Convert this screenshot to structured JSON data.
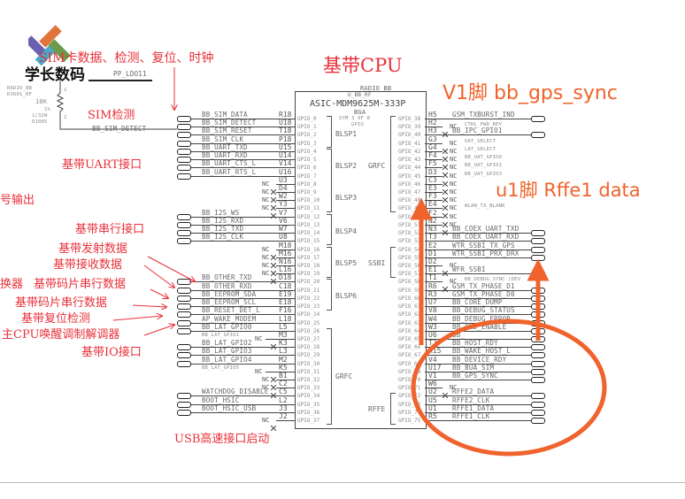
{
  "title": "基带CPU",
  "chip": {
    "radio": "RADIO_BB",
    "ref": "U_BB_RF",
    "part": "ASIC-MDM9625M-333P",
    "package": "BGA",
    "sym": "SYM 3 OF 8",
    "sym_sub": "GPIO",
    "blocks": [
      "BLSP1",
      "BLSP2",
      "GRFC",
      "BLSP3",
      "BLSP4",
      "BLSP5",
      "SSBI",
      "BLSP6",
      "GRFC",
      "RFFE"
    ]
  },
  "logo": {
    "text": "学长数码"
  },
  "resistor": {
    "net_top": "PP_LDO11",
    "ref_des": "RADIO_BB",
    "name": "R3601_RF",
    "value": "10K",
    "tol": "1%",
    "power": "1/32W",
    "pkg": "01005",
    "pin1": "1",
    "pin2": "2",
    "net_bottom": "BB_SIM_DETECT"
  },
  "left_pins": [
    {
      "gpio": "GPIO_0",
      "pin": "R18",
      "sig": "BB_SIM_DATA",
      "port": true
    },
    {
      "gpio": "GPIO_1",
      "pin": "U18",
      "sig": "BB_SIM_DETECT",
      "port": true
    },
    {
      "gpio": "GPIO_2",
      "pin": "T18",
      "sig": "BB_SIM_RESET",
      "port": true
    },
    {
      "gpio": "GPIO_3",
      "pin": "P18",
      "sig": "BB_SIM_CLK",
      "port": true
    },
    {
      "gpio": "GPIO_4",
      "pin": "U15",
      "sig": "BB_UART_TXD",
      "port": true
    },
    {
      "gpio": "GPIO_5",
      "pin": "U14",
      "sig": "BB_UART_RXD",
      "port": true
    },
    {
      "gpio": "GPIO_6",
      "pin": "V14",
      "sig": "BB_UART_CTS_L",
      "port": true
    },
    {
      "gpio": "GPIO_7",
      "pin": "U16",
      "sig": "BB_UART_RTS_L",
      "port": true
    },
    {
      "gpio": "GPIO_8",
      "pin": "U3",
      "nc": "NC"
    },
    {
      "gpio": "GPIO_9",
      "pin": "D4",
      "nc": "NC"
    },
    {
      "gpio": "GPIO_10",
      "pin": "W2",
      "nc": "NC"
    },
    {
      "gpio": "GPIO_11",
      "pin": "Y3",
      "nc": "NC"
    },
    {
      "gpio": "GPIO_12",
      "pin": "V7",
      "sig": "BB_I2S_WS",
      "port": true
    },
    {
      "gpio": "GPIO_13",
      "pin": "V6",
      "sig": "BB_I2S_RXD",
      "port": true
    },
    {
      "gpio": "GPIO_14",
      "pin": "W7",
      "sig": "BB_I2S_TXD",
      "port": true
    },
    {
      "gpio": "GPIO_15",
      "pin": "U8",
      "sig": "BB_I2S_CLK",
      "port": true
    },
    {
      "gpio": "GPIO_16",
      "pin": "M18",
      "nc": "NC"
    },
    {
      "gpio": "GPIO_17",
      "pin": "M16",
      "nc": "NC"
    },
    {
      "gpio": "GPIO_18",
      "pin": "N16",
      "nc": "NC"
    },
    {
      "gpio": "GPIO_19",
      "pin": "L16",
      "nc": "NC"
    },
    {
      "gpio": "GPIO_20",
      "pin": "D18",
      "sig": "BB_OTHER_TXD",
      "port": true
    },
    {
      "gpio": "GPIO_21",
      "pin": "C18",
      "sig": "BB_OTHER_RXD",
      "port": true
    },
    {
      "gpio": "GPIO_22",
      "pin": "E19",
      "sig": "BB_EEPROM_SDA",
      "port": true
    },
    {
      "gpio": "GPIO_23",
      "pin": "E18",
      "sig": "BB_EEPROM_SCL",
      "port": true
    },
    {
      "gpio": "GPIO_24",
      "pin": "F16",
      "sig": "BB_RESET_DET_L",
      "port": true
    },
    {
      "gpio": "GPIO_25",
      "pin": "L18",
      "sig": "AP_WAKE_MODEM",
      "port": true
    },
    {
      "gpio": "GPIO_26",
      "pin": "L5",
      "sig": "BB_LAT_GPIO0",
      "port": true
    },
    {
      "gpio": "GPIO_27",
      "pin": "M3",
      "sig": "BB_LAT_GPIO1",
      "small": true,
      "nc": "NC"
    },
    {
      "gpio": "GPIO_28",
      "pin": "K3",
      "sig": "BB_LAT_GPIO2",
      "port": true
    },
    {
      "gpio": "GPIO_29",
      "pin": "L3",
      "sig": "BB_LAT_GPIO3",
      "port": true
    },
    {
      "gpio": "GPIO_30",
      "pin": "M2",
      "sig": "BB_LAT_GPIO4",
      "port": true
    },
    {
      "gpio": "GPIO_31",
      "pin": "K5",
      "sig": "BB_LAT_GPIO5",
      "small": true,
      "nc": "NC"
    },
    {
      "gpio": "GPIO_32",
      "pin": "B1",
      "nc": "NC"
    },
    {
      "gpio": "GPIO_33",
      "pin": "C2",
      "nc": "NC"
    },
    {
      "gpio": "GPIO_34",
      "pin": "C5",
      "sig": "WATCHDOG_DISABLE",
      "port": true
    },
    {
      "gpio": "GPIO_35",
      "pin": "L2",
      "sig": "BOOT_HSIC",
      "port": true
    },
    {
      "gpio": "GPIO_36",
      "pin": "J3",
      "sig": "BOOT_HSIC_USB",
      "port": true
    },
    {
      "gpio": "GPIO_37",
      "pin": "J2",
      "nc": "NC"
    }
  ],
  "right_pins": [
    {
      "gpio": "GPIO_38",
      "pin": "H5",
      "sig": "GSM_TXBURST_IND",
      "port": true
    },
    {
      "gpio": "GPIO_39",
      "pin": "H2",
      "sig": "CTRL_PWD_REV",
      "small": true,
      "nc": "NC"
    },
    {
      "gpio": "GPIO_40",
      "pin": "H3",
      "sig": "BB_IPC_GPIO1",
      "port": true
    },
    {
      "gpio": "GPIO_41",
      "pin": "G3",
      "sig": "UAT_SELECT",
      "small": true,
      "nc": "NC"
    },
    {
      "gpio": "GPIO_42",
      "pin": "G4",
      "sig": "LAT_SELECT",
      "small": true,
      "nc": "NC"
    },
    {
      "gpio": "GPIO_43",
      "pin": "F4",
      "sig": "BB_UAT_GPIO0",
      "small": true,
      "nc": "NC"
    },
    {
      "gpio": "GPIO_44",
      "pin": "F5",
      "sig": "BB_UAT_GPIO1",
      "small": true,
      "nc": "NC"
    },
    {
      "gpio": "GPIO_45",
      "pin": "D3",
      "sig": "BB_UAT_GPIO3",
      "small": true,
      "nc": "NC"
    },
    {
      "gpio": "GPIO_46",
      "pin": "C3",
      "nc": "NC"
    },
    {
      "gpio": "GPIO_47",
      "pin": "E3",
      "nc": "NC"
    },
    {
      "gpio": "GPIO_48",
      "pin": "F3",
      "nc": "NC"
    },
    {
      "gpio": "GPIO_49",
      "pin": "E4",
      "sig": "WLAN_TX_BLANK",
      "small": true,
      "nc": "NC"
    },
    {
      "gpio": "GPIO_50",
      "pin": "F2",
      "nc": "NC"
    },
    {
      "gpio": "GPIO_51",
      "pin": "N2",
      "nc": "NC"
    },
    {
      "gpio": "GPIO_52",
      "pin": "N3",
      "sig": "BB_COEX_UART_TXD",
      "port": true
    },
    {
      "gpio": "GPIO_53",
      "pin": "T3",
      "sig": "BB_COEX_UART_RXD",
      "port": true
    },
    {
      "gpio": "GPIO_54",
      "pin": "E2",
      "sig": "WTR_SSBI_TX_GPS",
      "port": true
    },
    {
      "gpio": "GPIO_55",
      "pin": "D1",
      "sig": "WTR_SSBI_PRX_DRX",
      "port": true
    },
    {
      "gpio": "GPIO_56",
      "pin": "D2",
      "nc": "NC"
    },
    {
      "gpio": "GPIO_57",
      "pin": "E1",
      "sig": "WFR_SSBI",
      "port": true
    },
    {
      "gpio": "GPIO_58",
      "pin": "T1",
      "sig": "BB_DEBUG_SYNC (DEV",
      "small": true,
      "nc": "NC"
    },
    {
      "gpio": "GPIO_59",
      "pin": "R6",
      "sig": "GSM_TX_PHASE_D1",
      "port": true
    },
    {
      "gpio": "GPIO_60",
      "pin": "R3",
      "sig": "GSM_TX_PHASE_D0",
      "port": true
    },
    {
      "gpio": "GPIO_61",
      "pin": "U7",
      "sig": "BB_CORE_DUMP",
      "port": true
    },
    {
      "gpio": "GPIO_62",
      "pin": "V8",
      "sig": "BB_DEBUG_STATUS",
      "port": true
    },
    {
      "gpio": "GPIO_63",
      "pin": "W4",
      "sig": "BB_DEBUG_ERROR",
      "port": true
    },
    {
      "gpio": "GPIO_64",
      "pin": "W3",
      "sig": "BB_SWD_ENABLE",
      "port": true
    },
    {
      "gpio": "GPIO_65",
      "pin": "U6",
      "sig": "BB_",
      "port": true
    },
    {
      "gpio": "GPIO_66",
      "pin": "T2",
      "sig": "BB_HOST_RDY",
      "port": true
    },
    {
      "gpio": "GPIO_67",
      "pin": "R15",
      "sig": "BB_WAKE_HOST_L",
      "port": true
    },
    {
      "gpio": "GPIO_68",
      "pin": "V4",
      "sig": "BB_DEVICE_RDY",
      "port": true
    },
    {
      "gpio": "GPIO_69",
      "pin": "U17",
      "sig": "BB_BUA_SIM",
      "port": true
    },
    {
      "gpio": "GPIO_70",
      "pin": "V1",
      "sig": "BB_GPS_SYNC",
      "port": true
    },
    {
      "gpio": "GPIO_71",
      "pin": "W6",
      "nc": "NC"
    },
    {
      "gpio": "GPIO_72",
      "pin": "U2",
      "sig": "RFFE2_DATA",
      "port": true
    },
    {
      "gpio": "GPIO_73",
      "pin": "U5",
      "sig": "RFFE2_CLK",
      "port": true
    },
    {
      "gpio": "GPIO_74",
      "pin": "U1",
      "sig": "RFFE1_DATA",
      "port": true
    },
    {
      "gpio": "GPIO_75",
      "pin": "R5",
      "sig": "RFFE1_CLK",
      "port": true
    }
  ],
  "annotations_red": {
    "sim_all": "SIM卡数据、检测、复位、时钟",
    "sim_detect": "SIM检测",
    "uart": "基带UART接口",
    "signal_out": "号输出",
    "serial": "基带串行接口",
    "tx": "基带发射数据",
    "rx": "基带接收数据",
    "converter": "换器",
    "chip_serial_1": "基带码片串行数据",
    "chip_serial_2": "基带码片串行数据",
    "reset_det": "基带复位检测",
    "wake": "主CPU唤醒调制解调器",
    "io": "基带IO接口",
    "usb": "USB高速接口启动"
  },
  "annotations_orange": {
    "v1": "V1脚 bb_gps_sync",
    "u1": "u1脚 Rffe1 data"
  },
  "colors": {
    "annotation_red": "#e8303a",
    "annotation_orange": "#f0632c",
    "wire": "#444444"
  }
}
